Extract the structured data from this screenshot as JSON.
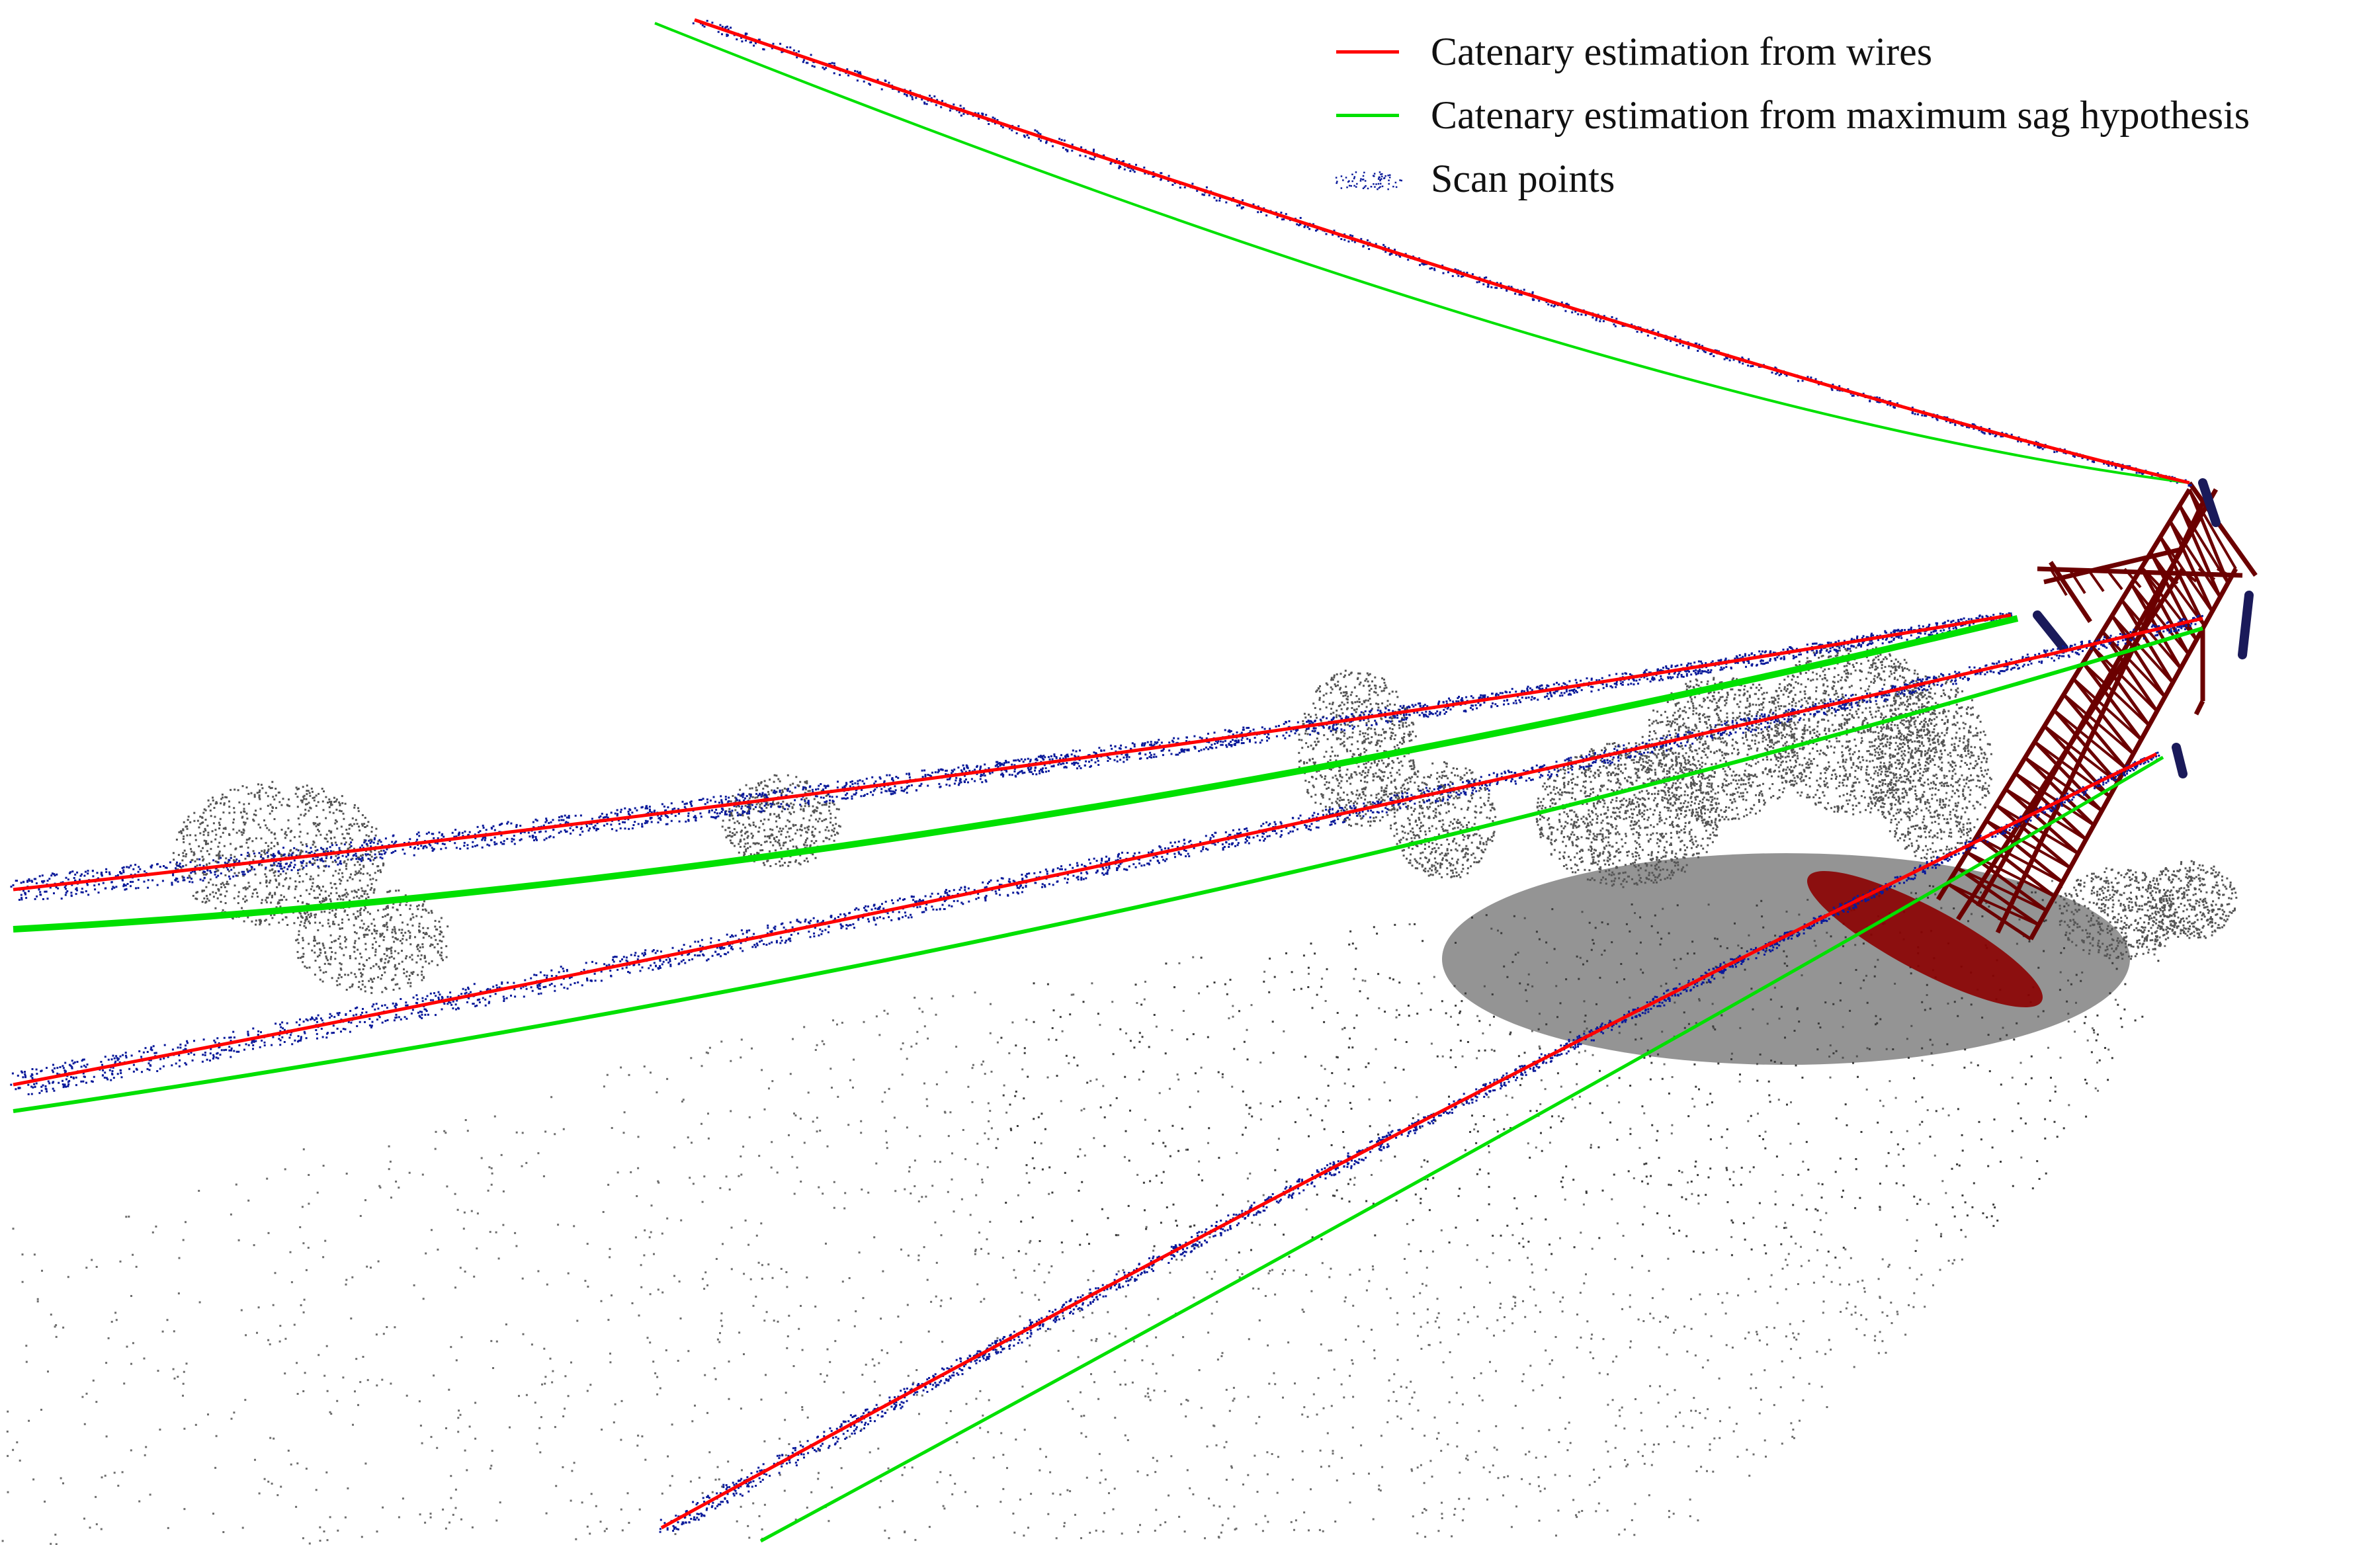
{
  "legend": [
    {
      "label": "Catenary estimation from wires",
      "kind": "line",
      "color": "#ff0000"
    },
    {
      "label": "Catenary estimation from maximum sag hypothesis",
      "kind": "line",
      "color": "#00e000"
    },
    {
      "label": "Scan points",
      "kind": "points",
      "color": "#0a1a9a"
    }
  ],
  "colors": {
    "terrain_light": "#6e6e6e",
    "terrain_dark": "#3c3c3c",
    "tower": "#6b0000",
    "wire_points": "#0a1a9a",
    "fit_wires": "#ff0000",
    "fit_sag": "#00e000",
    "background": "#ffffff"
  }
}
